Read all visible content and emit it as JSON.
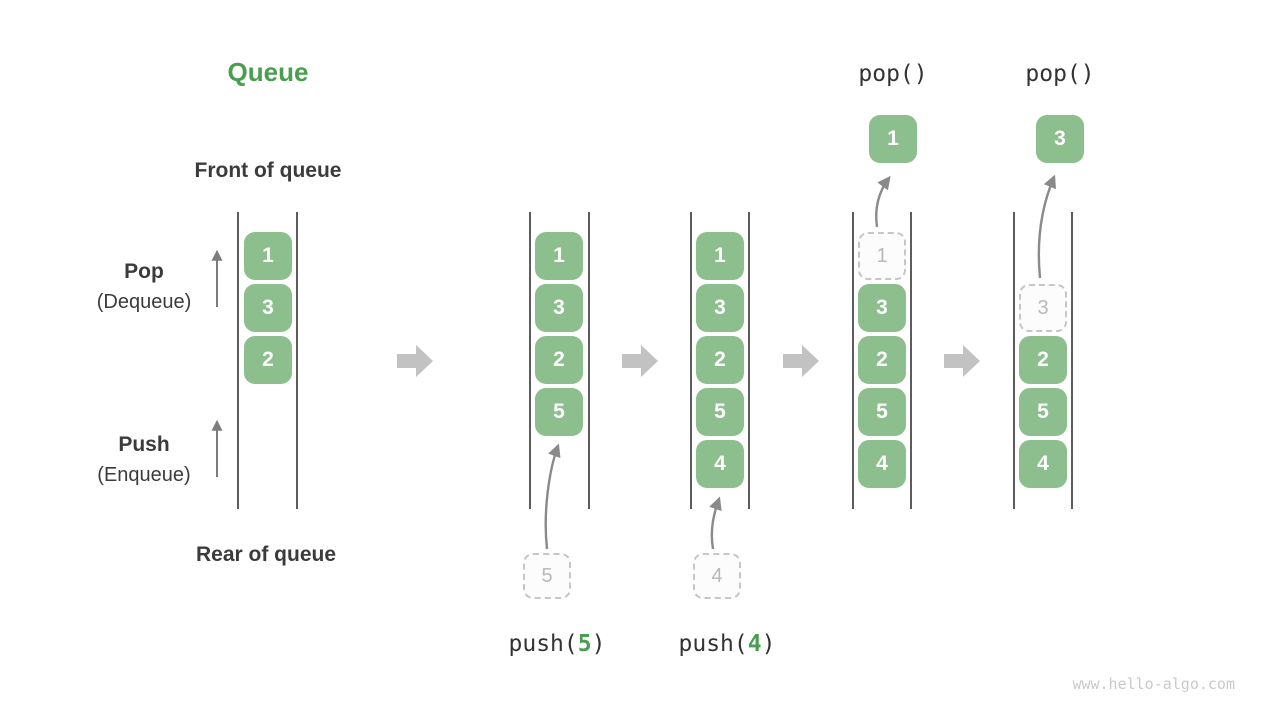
{
  "title": "Queue",
  "labels": {
    "front": "Front of queue",
    "rear": "Rear of queue",
    "pop": "Pop",
    "pop_sub": "(Dequeue)",
    "push": "Push",
    "push_sub": "(Enqueue)"
  },
  "stages": [
    {
      "items": [
        "1",
        "3",
        "2"
      ]
    },
    {
      "items": [
        "1",
        "3",
        "2",
        "5"
      ]
    },
    {
      "items": [
        "1",
        "3",
        "2",
        "5",
        "4"
      ]
    },
    {
      "ghost": "1",
      "items": [
        "3",
        "2",
        "5",
        "4"
      ],
      "popped": "1"
    },
    {
      "ghost": "3",
      "items": [
        "2",
        "5",
        "4"
      ],
      "popped": "3"
    }
  ],
  "pop_ops": [
    {
      "label": "pop()"
    },
    {
      "label": "pop()"
    }
  ],
  "push_ops": [
    {
      "pre": "push(",
      "arg": "5",
      "post": ")",
      "ghost": "5"
    },
    {
      "pre": "push(",
      "arg": "4",
      "post": ")",
      "ghost": "4"
    }
  ],
  "watermark": "www.hello-algo.com",
  "colors": {
    "box_green": "#8dbe8d",
    "accent_green": "#4a9e50",
    "text_dark": "#3b3b3b",
    "code_text": "#333333",
    "ghost_border": "#c6c6c6",
    "ghost_text": "#b9b9b9",
    "line_gray": "#5c5c5c",
    "arrow_gray": "#8a8a8a",
    "block_arrow_gray": "#c2c2c2",
    "watermark_gray": "#c9c9c9"
  }
}
